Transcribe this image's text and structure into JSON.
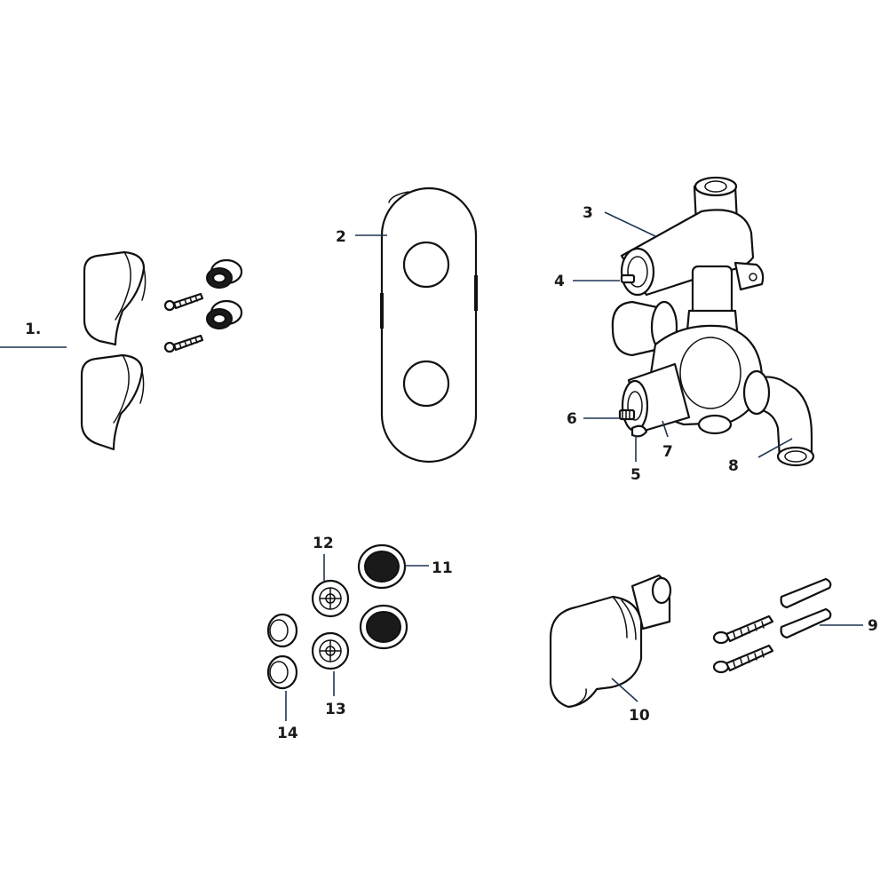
{
  "diagram": {
    "callouts": [
      {
        "id": "1",
        "text": "1."
      },
      {
        "id": "2",
        "text": "2"
      },
      {
        "id": "3",
        "text": "3"
      },
      {
        "id": "4",
        "text": "4"
      },
      {
        "id": "5",
        "text": "5"
      },
      {
        "id": "6",
        "text": "6"
      },
      {
        "id": "7",
        "text": "7"
      },
      {
        "id": "8",
        "text": "8"
      },
      {
        "id": "9",
        "text": "9"
      },
      {
        "id": "10",
        "text": "10"
      },
      {
        "id": "11",
        "text": "11"
      },
      {
        "id": "12",
        "text": "12"
      },
      {
        "id": "13",
        "text": "13"
      },
      {
        "id": "14",
        "text": "14"
      }
    ],
    "line_color": "#111111",
    "leader_color": "#1f3554"
  }
}
